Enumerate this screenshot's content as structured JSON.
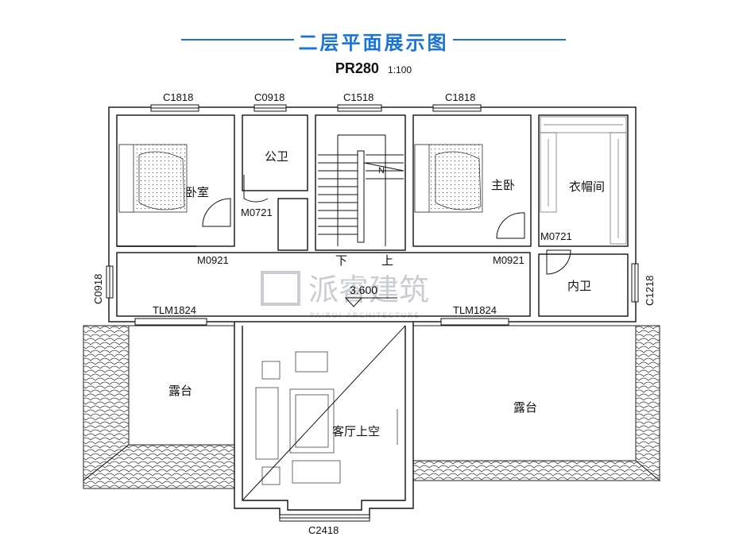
{
  "header": {
    "title": "二层平面展示图",
    "plan_code": "PR280",
    "scale": "1:100",
    "accent_color": "#1a73d9"
  },
  "rooms": {
    "bedroom": "卧室",
    "public_toilet": "公卫",
    "master_bedroom": "主卧",
    "walk_in_closet": "衣帽间",
    "inner_toilet": "内卫",
    "terrace_left": "露台",
    "terrace_right": "露台",
    "living_void": "客厅上空"
  },
  "stairs": {
    "down": "下",
    "up": "上",
    "north_mark": "N"
  },
  "level": "3.600",
  "windows": {
    "w1": "C1818",
    "w2": "C0918",
    "w3": "C1518",
    "w4": "C1818",
    "w_left": "C0918",
    "w_right": "C1218",
    "w_bottom": "C2418"
  },
  "doors": {
    "d_toilet": "M0721",
    "d_bedroom": "M0921",
    "d_master": "M0921",
    "d_inner": "M0721",
    "tlm_left": "TLM1824",
    "tlm_right": "TLM1824"
  },
  "watermark": {
    "cn": "派睿建筑",
    "en": "PAIRUI ARCHITECTURE"
  }
}
